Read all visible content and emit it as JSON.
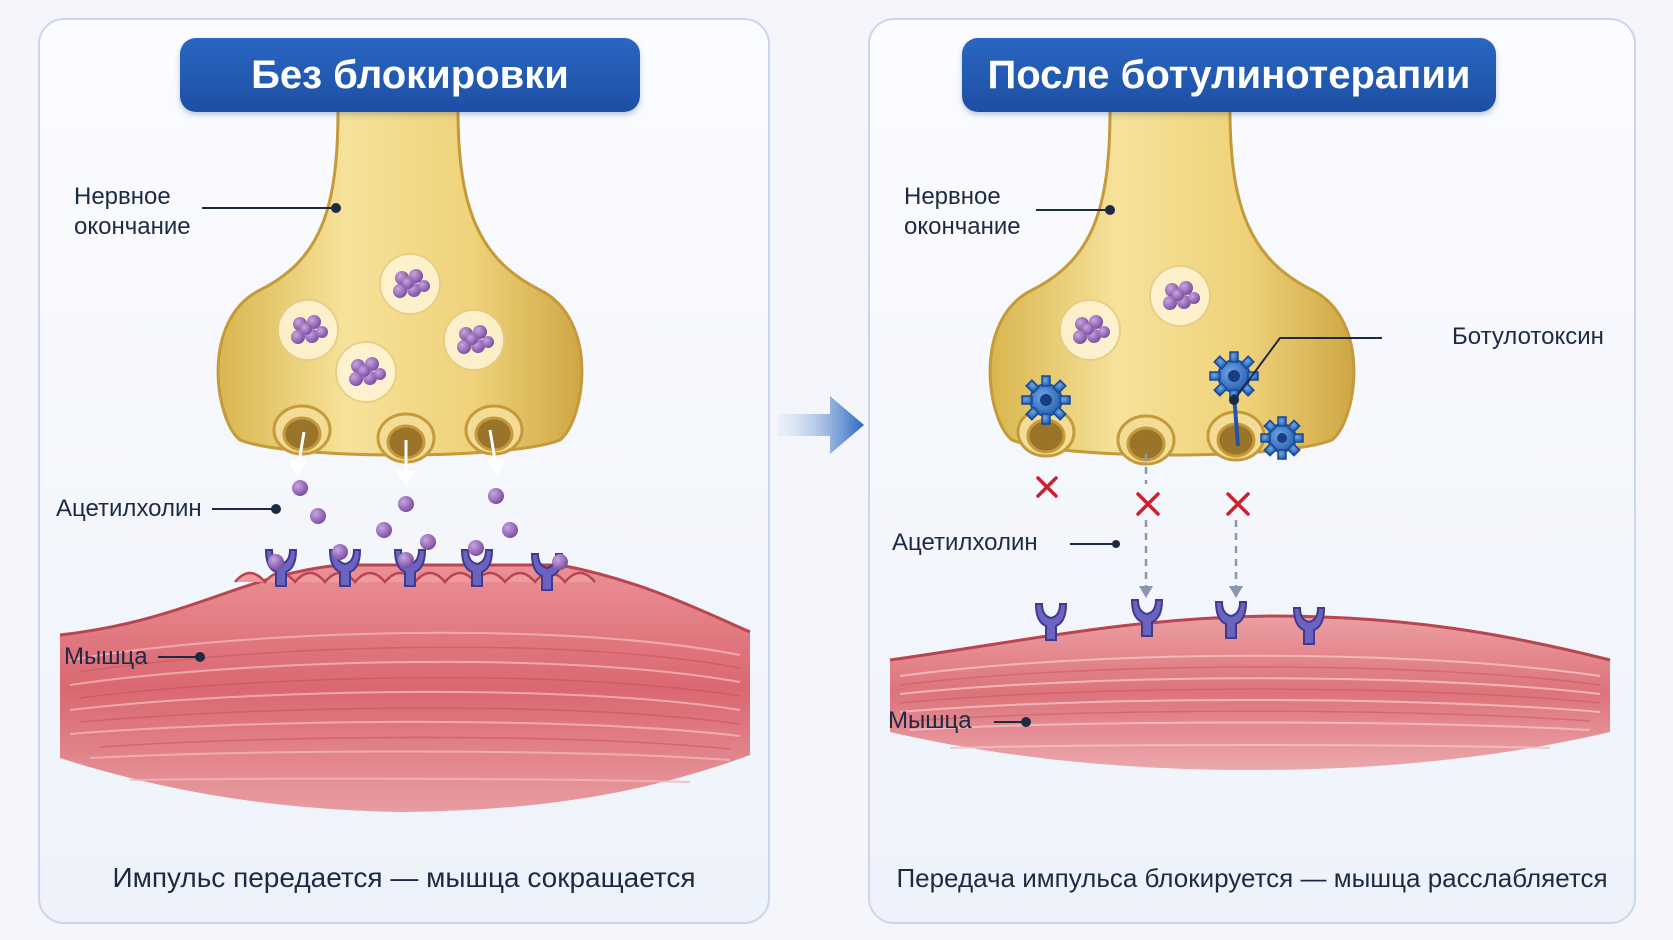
{
  "left_panel": {
    "title": "Без блокировки",
    "labels": {
      "nerve_ending": "Нервное окончание",
      "acetylcholine": "Ацетилхолин",
      "muscle": "Мышца"
    },
    "caption": "Импульс передается — мышца сокращается"
  },
  "right_panel": {
    "title": "После ботулинотерапии",
    "labels": {
      "nerve_ending": "Нервное окончание",
      "botulinum_toxin": "Ботулотоксин",
      "acetylcholine": "Ацетилхолин",
      "muscle": "Мышца"
    },
    "caption": "Передача импульса блокируется — мышца расслабляется"
  },
  "colors": {
    "title_badge": "#1d4fa3",
    "nerve": "#efd27a",
    "vesicle_molecule": "#8a5bb0",
    "muscle": "#d9606a",
    "receptor": "#6a64c0",
    "toxin": "#2f6fc4",
    "block_mark": "#d02030"
  }
}
